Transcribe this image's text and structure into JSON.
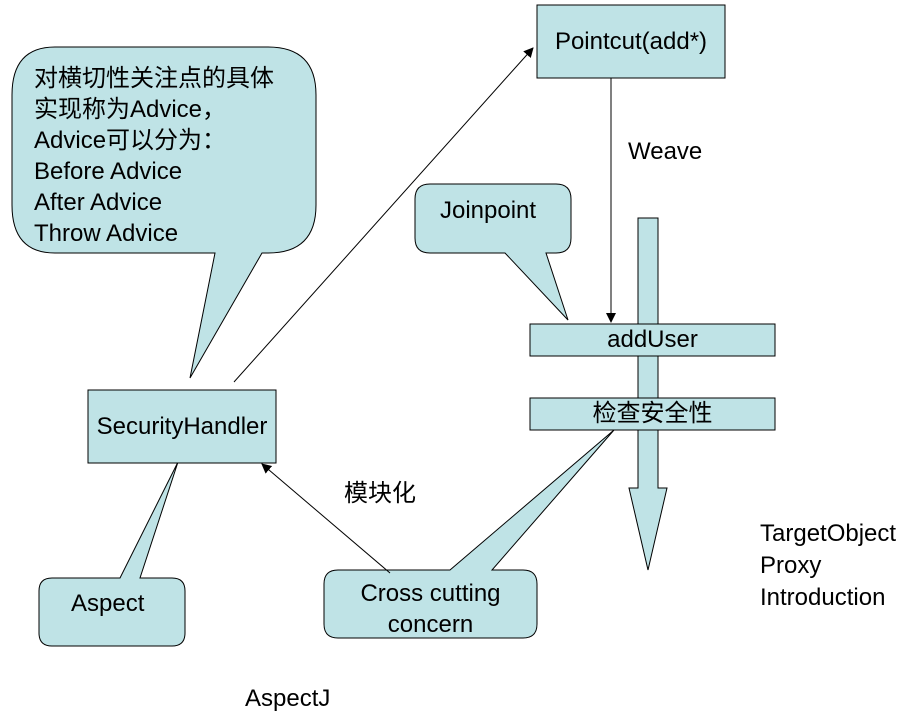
{
  "colors": {
    "fill": "#bfe3e6",
    "stroke": "#000000",
    "background": "#ffffff"
  },
  "nodes": {
    "pointcut": "Pointcut(add*)",
    "security_handler": "SecurityHandler",
    "add_user": "addUser",
    "check_security": "检查安全性"
  },
  "callouts": {
    "advice": [
      "对横切性关注点的具体",
      "实现称为Advice，",
      "Advice可以分为：",
      "Before Advice",
      "After Advice",
      "Throw Advice"
    ],
    "joinpoint": "Joinpoint",
    "aspect": "Aspect",
    "cross_cutting": [
      "Cross cutting",
      "concern"
    ]
  },
  "labels": {
    "weave": "Weave",
    "modularize": "模块化",
    "aspectj": "AspectJ",
    "target_lines": [
      "TargetObject",
      "Proxy",
      "Introduction"
    ]
  }
}
